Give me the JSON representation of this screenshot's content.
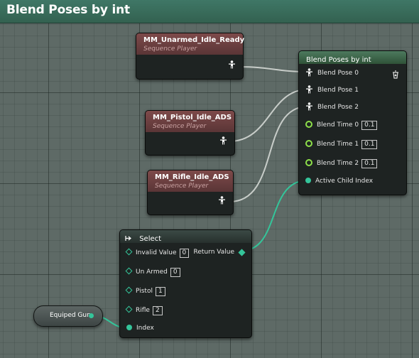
{
  "graph": {
    "title": "Blend Poses by int"
  },
  "sequence_players": [
    {
      "name": "MM_Unarmed_Idle_Ready",
      "type": "Sequence Player"
    },
    {
      "name": "MM_Pistol_Idle_ADS",
      "type": "Sequence Player"
    },
    {
      "name": "MM_Rifle_Idle_ADS",
      "type": "Sequence Player"
    }
  ],
  "blend_node": {
    "title": "Blend Poses by int",
    "pose_pins": [
      "Blend Pose 0",
      "Blend Pose 1",
      "Blend Pose 2"
    ],
    "time_pins": [
      {
        "label": "Blend Time 0",
        "value": "0.1"
      },
      {
        "label": "Blend Time 1",
        "value": "0.1"
      },
      {
        "label": "Blend Time 2",
        "value": "0.1"
      }
    ],
    "active_child": "Active Child Index"
  },
  "select_node": {
    "title": "Select",
    "options": [
      {
        "label": "Invalid Value",
        "value": "0"
      },
      {
        "label": "Un Armed",
        "value": "0"
      },
      {
        "label": "Pistol",
        "value": "1"
      },
      {
        "label": "Rifle",
        "value": "2"
      }
    ],
    "index_label": "Index",
    "return_label": "Return Value"
  },
  "variable": {
    "name": "Equiped Gun"
  },
  "colors": {
    "wire_exec": "#c8cdc9",
    "wire_int": "#34c59a",
    "float_pin": "#8ee04a",
    "header_title": "#3f7766"
  }
}
